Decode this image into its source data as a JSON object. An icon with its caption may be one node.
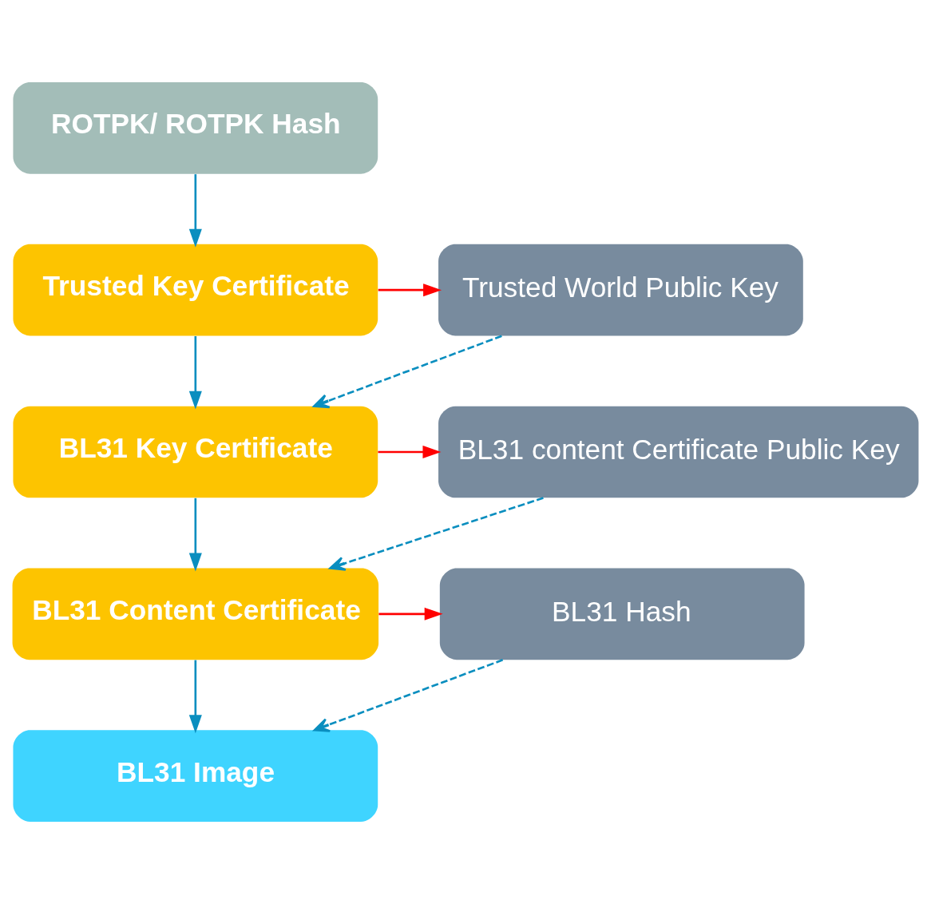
{
  "diagram": {
    "nodes": [
      {
        "text": [
          "ROTPK/ ROTPK Hash"
        ]
      },
      {
        "text": [
          "Trusted Key Certificate"
        ]
      },
      {
        "text": [
          "Trusted World Public Key"
        ]
      },
      {
        "text": [
          "BL31 Key Certificate"
        ]
      },
      {
        "text": [
          "BL31 content Certificate Public Key"
        ]
      },
      {
        "text": [
          "BL31 Content Certificate"
        ]
      },
      {
        "text": [
          "BL31 Hash"
        ]
      },
      {
        "text": [
          "BL31 Image"
        ]
      }
    ],
    "edges": [
      {
        "from": 0,
        "to": 1,
        "arrow": "to"
      },
      {
        "from": 1,
        "to": 2,
        "arrow": "to",
        "color": "#ff0000"
      },
      {
        "from": 1,
        "to": 3,
        "arrow": "to"
      },
      {
        "from": 2,
        "to": 3,
        "arrow": "to",
        "style": "dashed"
      },
      {
        "from": 3,
        "to": 4,
        "arrow": "to",
        "color": "#ff0000"
      },
      {
        "from": 3,
        "to": 5,
        "arrow": "to"
      },
      {
        "from": 4,
        "to": 5,
        "arrow": "to",
        "style": "dashed"
      },
      {
        "from": 5,
        "to": 6,
        "arrow": "to",
        "color": "#ff0000"
      },
      {
        "from": 5,
        "to": 7,
        "arrow": "to"
      },
      {
        "from": 6,
        "to": 7,
        "arrow": "to",
        "style": "dashed"
      }
    ]
  }
}
